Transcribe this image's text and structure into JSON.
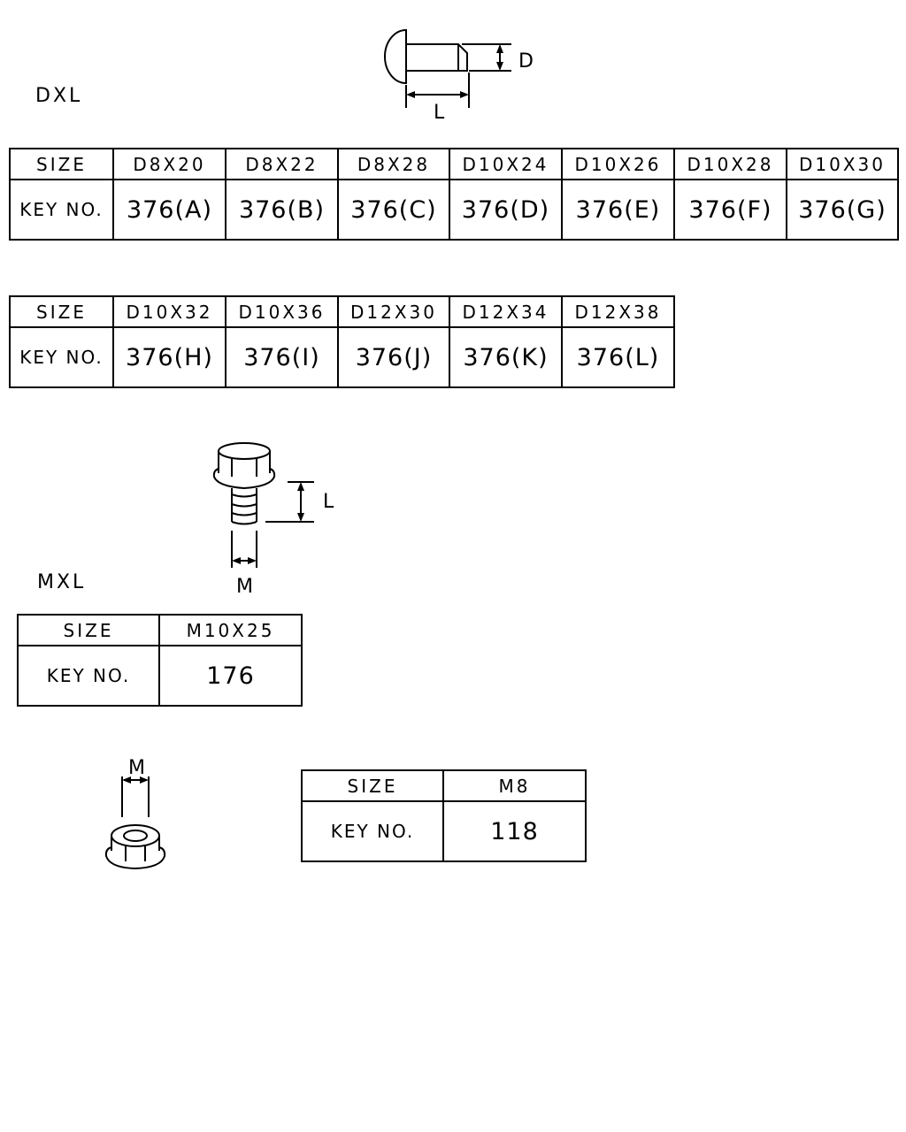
{
  "rivet_section": {
    "label": "DXL",
    "dim_d": "D",
    "dim_l": "L",
    "table1": {
      "row_headers": [
        "SIZE",
        "KEY NO."
      ],
      "sizes": [
        "D8X20",
        "D8X22",
        "D8X28",
        "D10X24",
        "D10X26",
        "D10X28",
        "D10X30"
      ],
      "keys": [
        "376(A)",
        "376(B)",
        "376(C)",
        "376(D)",
        "376(E)",
        "376(F)",
        "376(G)"
      ]
    },
    "table2": {
      "row_headers": [
        "SIZE",
        "KEY NO."
      ],
      "sizes": [
        "D10X32",
        "D10X36",
        "D12X30",
        "D12X34",
        "D12X38"
      ],
      "keys": [
        "376(H)",
        "376(I)",
        "376(J)",
        "376(K)",
        "376(L)"
      ]
    }
  },
  "bolt_section": {
    "label": "MXL",
    "dim_l": "L",
    "dim_m": "M",
    "table": {
      "row_headers": [
        "SIZE",
        "KEY NO."
      ],
      "sizes": [
        "M10X25"
      ],
      "keys": [
        "176"
      ]
    }
  },
  "nut_section": {
    "dim_m": "M",
    "table": {
      "row_headers": [
        "SIZE",
        "KEY NO."
      ],
      "sizes": [
        "M8"
      ],
      "keys": [
        "118"
      ]
    }
  }
}
